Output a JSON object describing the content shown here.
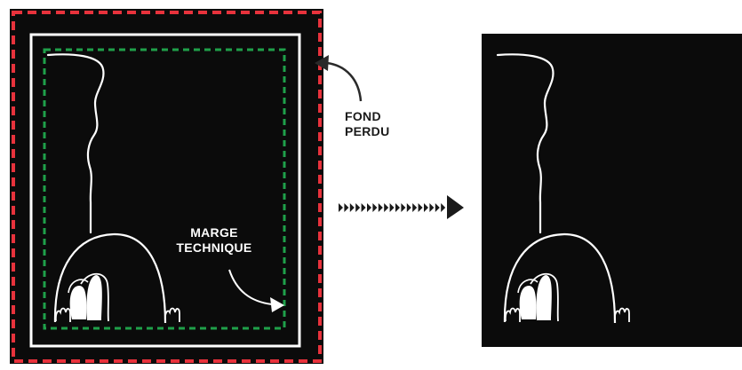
{
  "labels": {
    "fond_perdu": [
      "FOND",
      "PERDU"
    ],
    "marge_technique": [
      "MARGE",
      "TECHNIQUE"
    ]
  },
  "colors": {
    "background": "#ffffff",
    "panel": "#0b0b0b",
    "bleed_border": "#e8323c",
    "margin_border": "#1fa04a",
    "trim_border": "#ffffff",
    "fond_text": "#1a1a1a",
    "marge_text": "#ffffff"
  },
  "icons": {
    "fond_arrow": "curved-arrow-icon",
    "marge_arrow": "curved-arrow-icon",
    "transition_arrow": "dotted-arrow-icon"
  }
}
